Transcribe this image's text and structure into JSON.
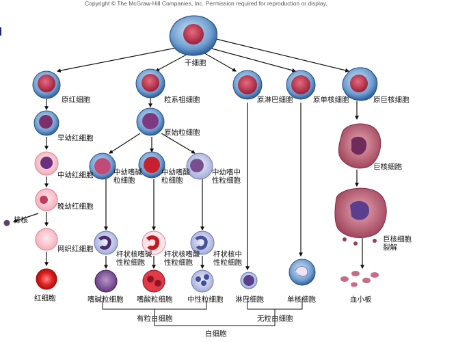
{
  "copyright": "Copyright © The McGraw-Hill Companies, Inc. Permission required for reproduction or display.",
  "nodes": {
    "stem": "干细胞",
    "proerythroblast": "原红细胞",
    "early_erythroblast": "早幼红细胞",
    "intermediate_erythroblast": "中幼红细胞",
    "late_erythroblast": "晚幼红细胞",
    "reticulocyte": "网织红细胞",
    "erythrocyte": "红细胞",
    "extrusion": "排核",
    "granulocyte_progenitor": "粒系祖细胞",
    "myeloblast": "原始粒细胞",
    "myelocyte_baso": "中幼嗜碱粒细胞",
    "myelocyte_eos": "中幼嗜酸粒细胞",
    "myelocyte_neut": "中幼嗜中性粒细胞",
    "band_baso": "杆状核嗜碱性粒细胞",
    "band_eos": "杆状核嗜酸性粒细胞",
    "band_neut": "杆状核中性粒细胞",
    "basophil": "嗜碱粒细胞",
    "eosinophil": "嗜酸粒细胞",
    "neutrophil": "中性粒细胞",
    "lymphoblast": "原淋巴细胞",
    "lymphocyte": "淋巴细胞",
    "monoblast": "原单核细胞",
    "monocyte": "单核细胞",
    "megakaryoblast": "原巨核细胞",
    "megakaryocyte": "巨核细胞",
    "megakaryocyte_fragment": "巨核细胞裂解",
    "platelets": "血小板"
  },
  "groups": {
    "granulocytes": "有粒白细胞",
    "agranulocytes": "无粒白细胞",
    "leukocytes": "白细胞"
  }
}
